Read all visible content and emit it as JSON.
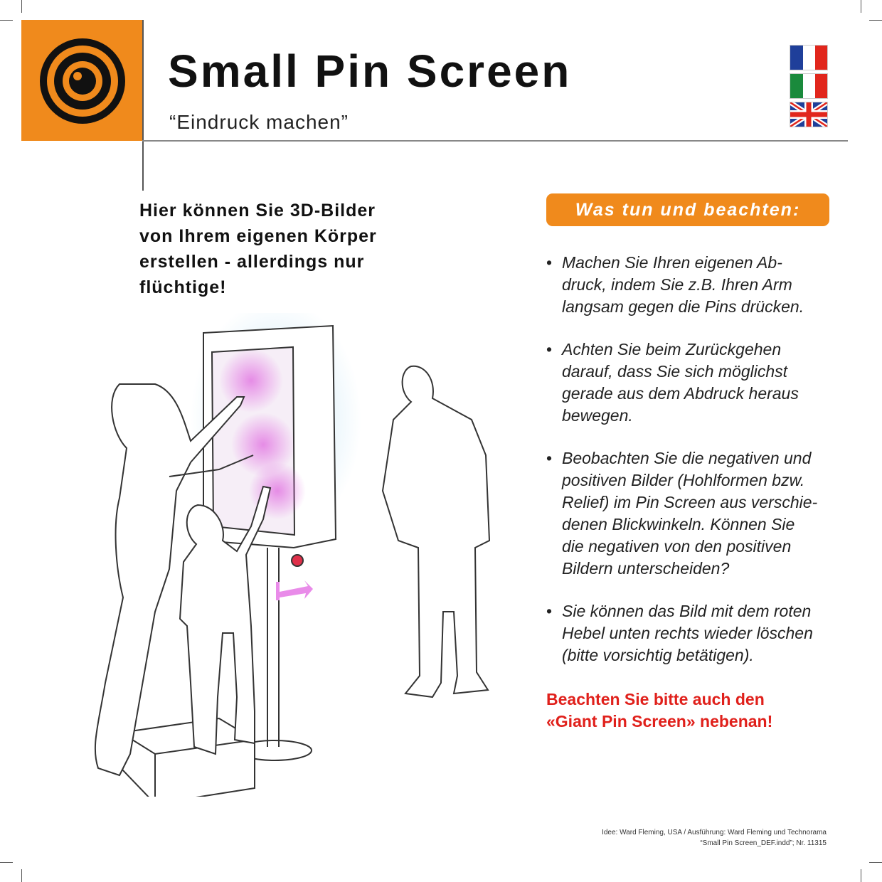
{
  "header": {
    "title": "Small Pin Screen",
    "subtitle": "“Eindruck machen”",
    "logo_icon": "target-icon",
    "accent_color": "#f08a1c"
  },
  "languages": [
    {
      "icon": "flag-france-icon"
    },
    {
      "icon": "flag-italy-icon"
    },
    {
      "icon": "flag-uk-icon"
    }
  ],
  "intro": {
    "lines": [
      "Hier können Sie 3D-Bilder",
      "von Ihrem eigenen Körper",
      "erstellen - allerdings nur",
      "flüchtige!"
    ]
  },
  "instructions": {
    "heading": "Was tun und beachten:",
    "items": [
      [
        "Machen Sie Ihren eigenen Ab-",
        "druck, indem Sie z.B. Ihren Arm",
        "langsam gegen die Pins drücken."
      ],
      [
        "Achten Sie beim Zurückgehen",
        "darauf, dass Sie sich möglichst",
        "gerade aus dem Abdruck heraus",
        "bewegen."
      ],
      [
        "Beobachten Sie die negativen und",
        "positiven Bilder (Hohlformen bzw.",
        "Relief) im Pin Screen aus verschie-",
        "denen Blickwinkeln. Können Sie",
        "die negativen von den positiven",
        "Bildern unterscheiden?"
      ],
      [
        "Sie können das Bild mit dem roten",
        "Hebel unten rechts wieder löschen",
        "(bitte vorsichtig betätigen)."
      ]
    ],
    "note_lines": [
      "Beachten Sie bitte auch den",
      "«Giant Pin Screen» nebenan!"
    ],
    "note_color": "#e0201b"
  },
  "illustration": {
    "icon": "pin-screen-visitors-illustration"
  },
  "credit": {
    "line1": "Idee: Ward Fleming, USA / Ausführung: Ward Fleming und Technorama",
    "line2": "“Small Pin Screen_DEF.indd”; Nr. 11315"
  }
}
